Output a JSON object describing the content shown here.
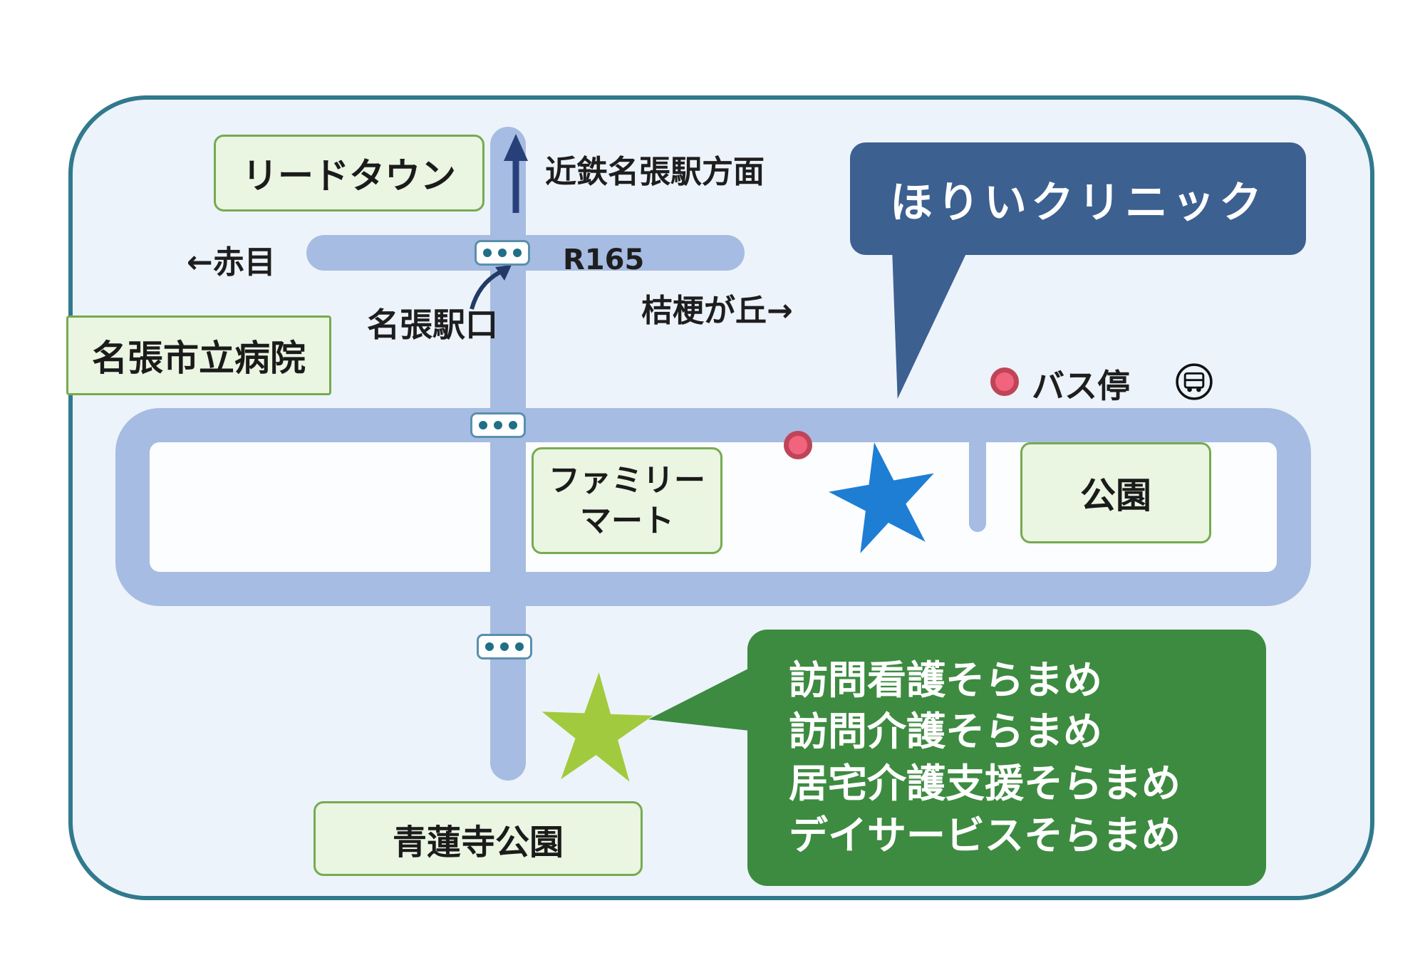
{
  "places": {
    "lead_town": "リードタウン",
    "city_hospital": "名張市立病院",
    "family_mart": [
      "ファミリー",
      "マート"
    ],
    "park": "公園",
    "shorenji_park": "青蓮寺公園"
  },
  "directions": {
    "to_station": "近鉄名張駅方面",
    "to_akame": "←赤目",
    "route_number": "R165",
    "station_entrance": "名張駅口",
    "to_kikyogaoka": "桔梗が丘→",
    "bus_stop": "バス停"
  },
  "clinic_callout": {
    "name": "ほりいクリニック"
  },
  "soramame_callout": {
    "lines": [
      "訪問看護そらまめ",
      "訪問介護そらまめ",
      "居宅介護支援そらまめ",
      "デイサービスそらまめ"
    ]
  },
  "colors": {
    "frame_border": "#31798d",
    "frame_background": "#edf3fa",
    "road": "#a6bce2",
    "place_box_background": "#eaf5e2",
    "place_box_border": "#76ab51",
    "clinic_bubble": "#3c6090",
    "soramame_bubble": "#3d8b40",
    "clinic_star": "#1e7ed3",
    "soramame_star": "#a2ca3e",
    "bus_stop_dot": "#f2647e"
  }
}
